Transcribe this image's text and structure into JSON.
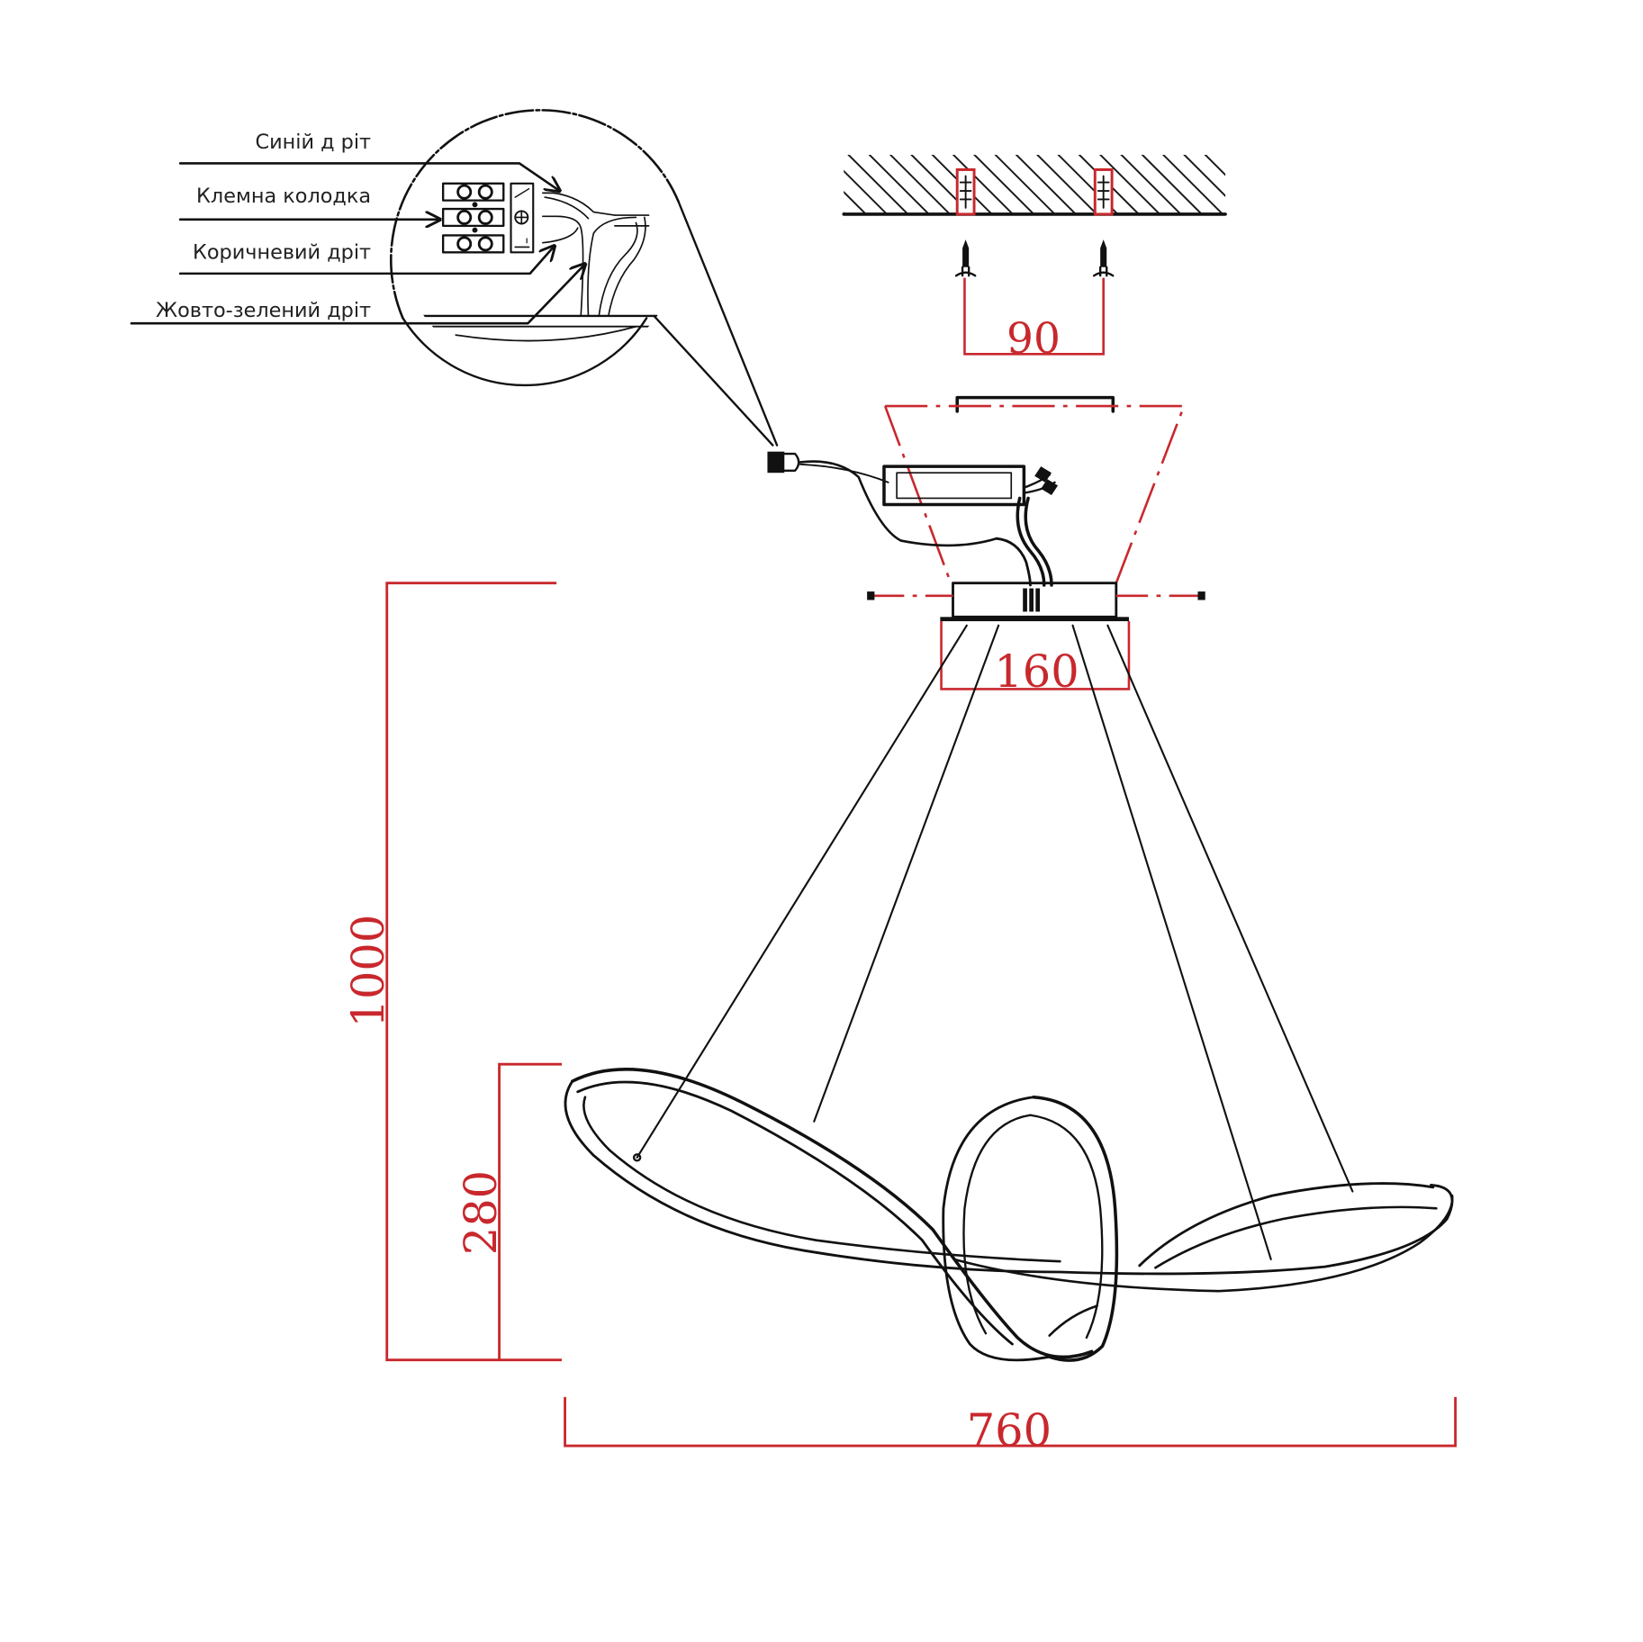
{
  "diagram": {
    "type": "pendant lamp installation / dimension drawing",
    "colors": {
      "line": "#111111",
      "dimension": "#c8282d",
      "background": "#ffffff"
    },
    "wiring_detail": {
      "labels": [
        {
          "id": "blue_wire",
          "text": "Синій д ріт"
        },
        {
          "id": "terminal_block",
          "text": "Клемна колодка"
        },
        {
          "id": "brown_wire",
          "text": "Коричневий дріт"
        },
        {
          "id": "ground_wire",
          "text": "Жовто-зелений дріт"
        }
      ],
      "terminal_symbols": {
        "top": "⁄",
        "middle": "⊕",
        "bottom": "L"
      }
    },
    "dimensions": {
      "screw_spacing": "90",
      "canopy_width": "160",
      "total_height": "1000",
      "fixture_height": "280",
      "fixture_width": "760"
    },
    "units": "mm"
  }
}
